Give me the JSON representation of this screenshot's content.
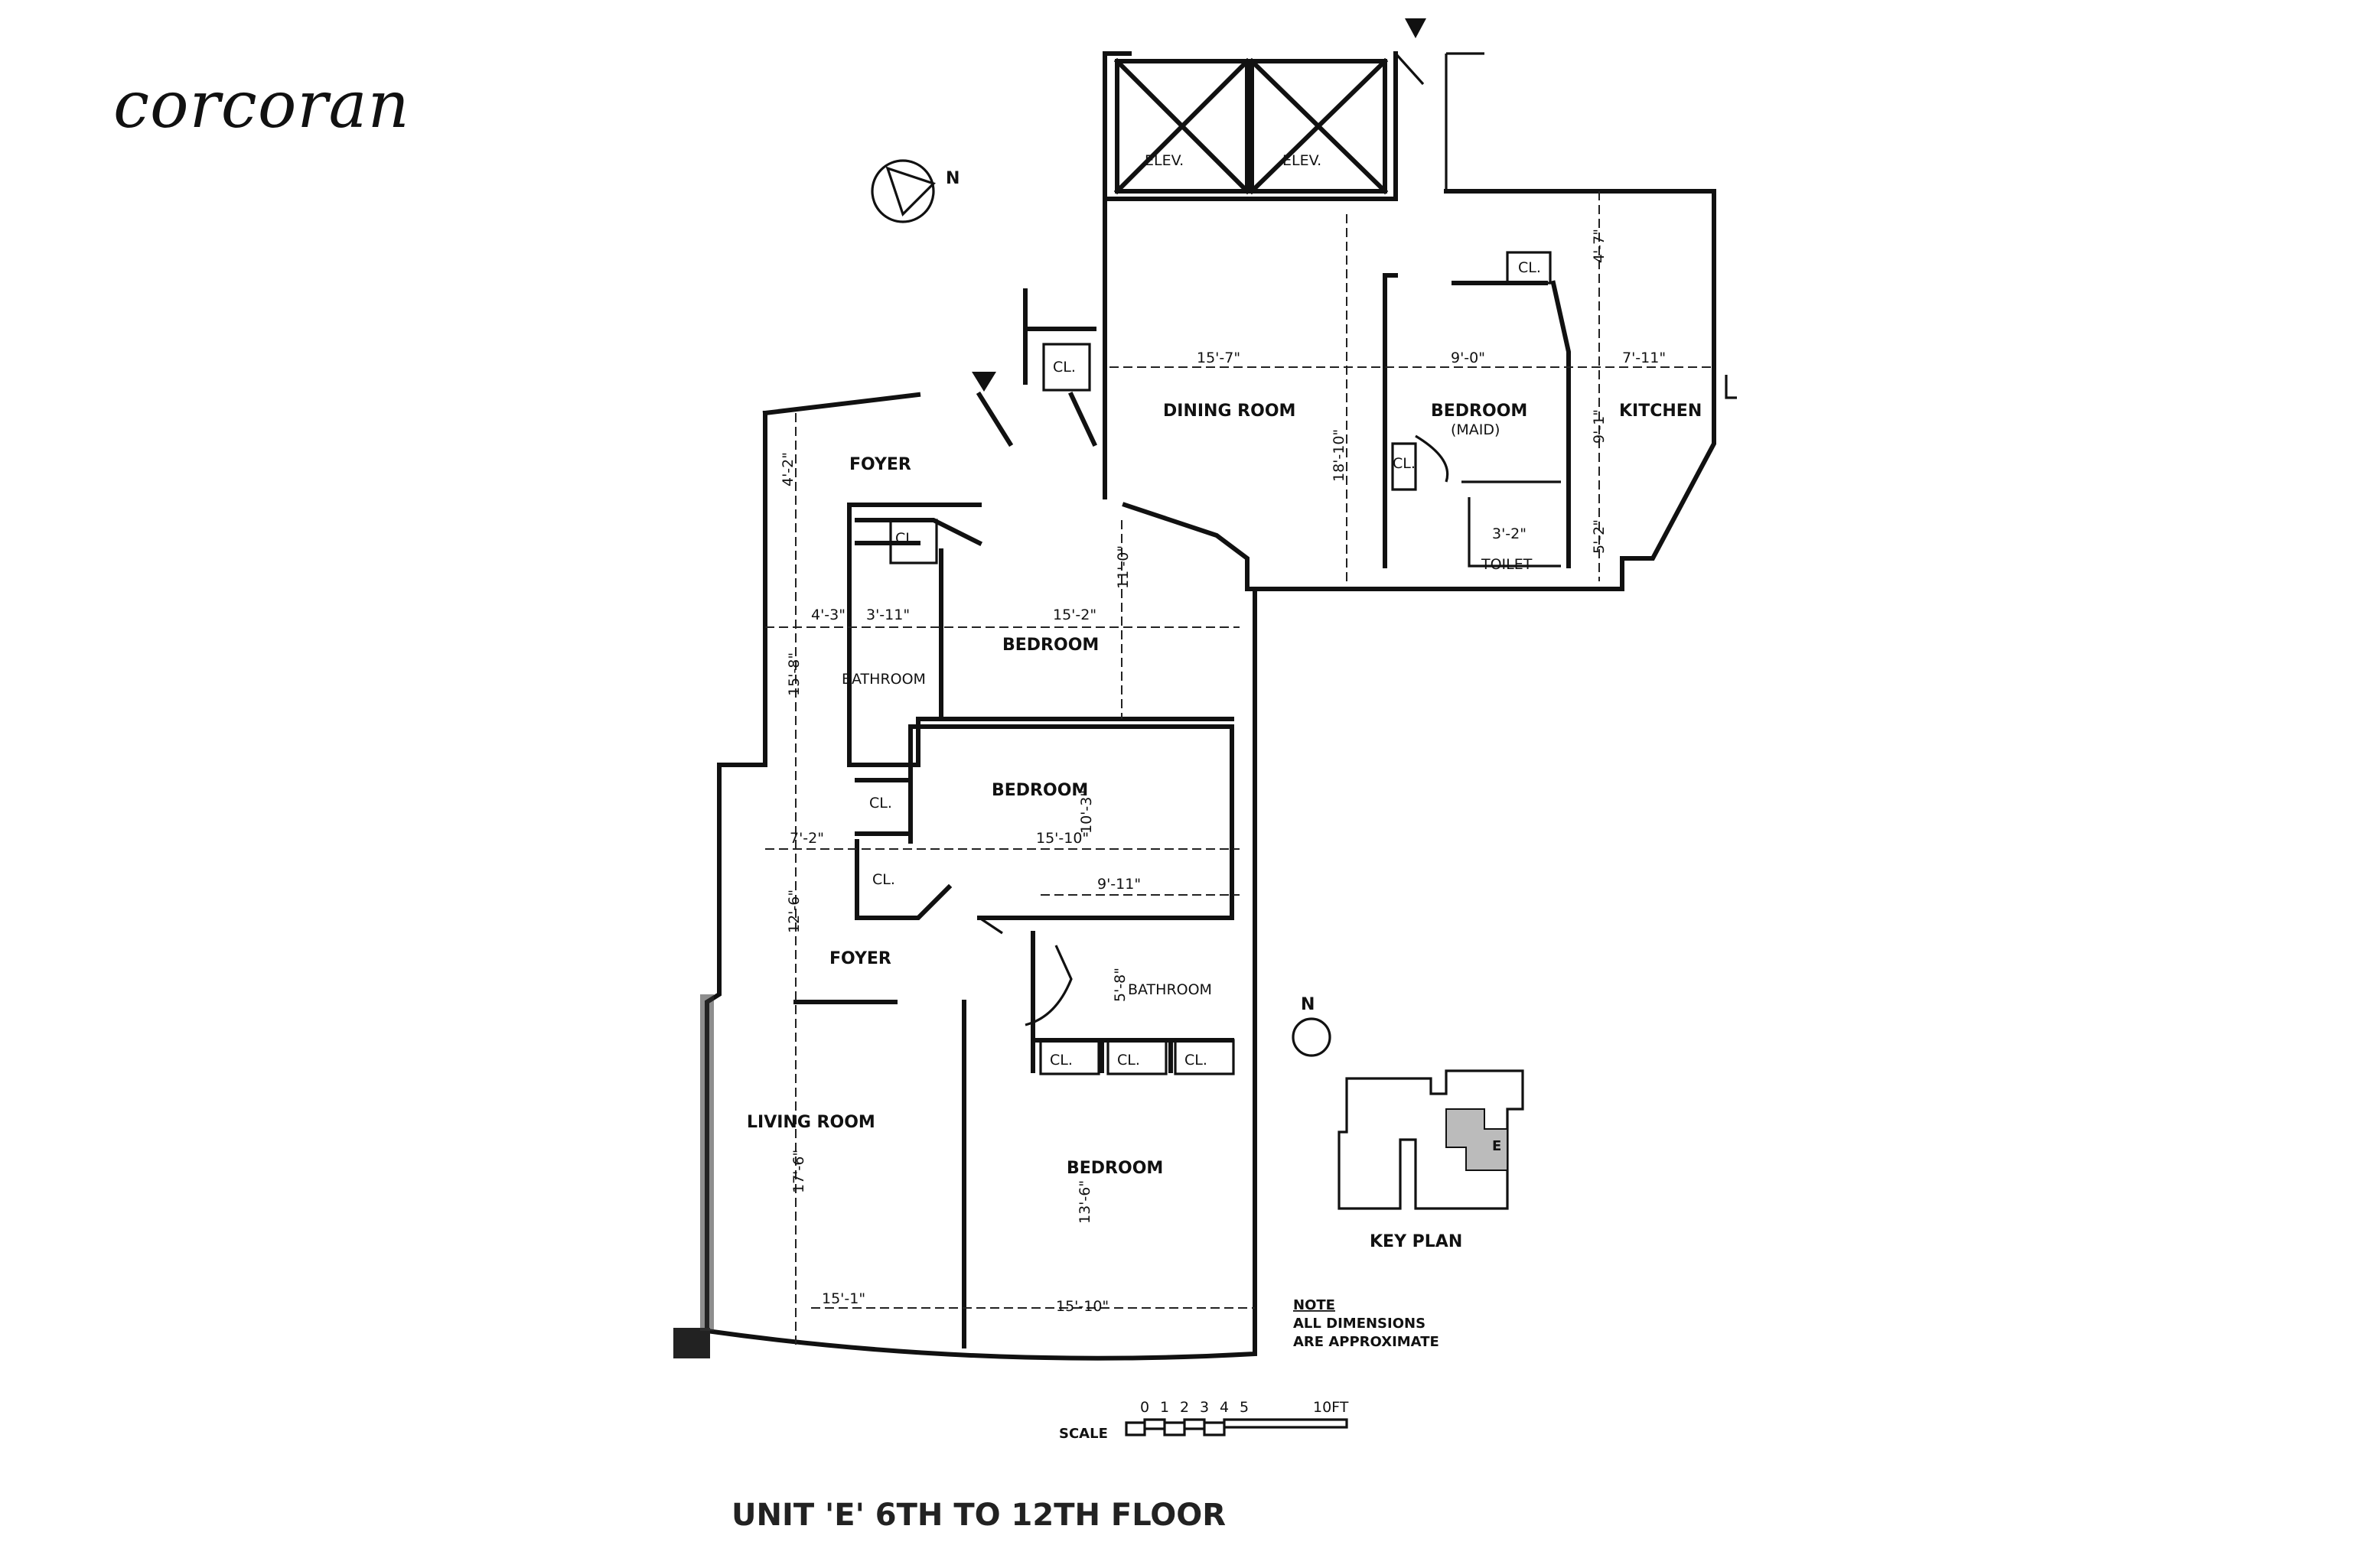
{
  "brand": "corcoran",
  "title": "UNIT 'E' 6TH TO 12TH FLOOR",
  "compass": {
    "label": "N"
  },
  "rooms": {
    "elev1": "ELEV.",
    "elev2": "ELEV.",
    "dining": "DINING ROOM",
    "maid_bedroom": "BEDROOM",
    "maid_sub": "(MAID)",
    "kitchen": "KITCHEN",
    "toilet": "TOILET",
    "foyer_top": "FOYER",
    "foyer_mid": "FOYER",
    "bedroom1": "BEDROOM",
    "bedroom2": "BEDROOM",
    "bedroom3": "BEDROOM",
    "bath1": "BATHROOM",
    "bath2": "BATHROOM",
    "living": "LIVING ROOM",
    "cl": "CL."
  },
  "dimensions": {
    "dining_w": "15'-7\"",
    "dining_h": "18'-10\"",
    "maid_w": "9'-0\"",
    "kitchen_w": "7'-11\"",
    "kitchen_h": "9'-1\"",
    "kitchen_h2": "4'-7\"",
    "toilet_w": "3'-2\"",
    "toilet_h": "5'-2\"",
    "foyer_h": "4'-2\"",
    "bed1_w": "15'-2\"",
    "bed1_h": "11'-0\"",
    "bath1_w": "3'-11\"",
    "hall_w": "4'-3\"",
    "left_h": "15'-8\"",
    "bed2_w": "15'-10\"",
    "bed2_h": "10'-3\"",
    "left_w": "7'-2\"",
    "foyer2_h": "12'-6\"",
    "bath2_w": "9'-11\"",
    "bath2_h": "5'-8\"",
    "living_h": "17'-6\"",
    "living_w": "15'-1\"",
    "bed3_w": "15'-10\"",
    "bed3_h": "13'-6\""
  },
  "key_plan": {
    "label": "KEY PLAN",
    "unit": "E"
  },
  "note": {
    "heading": "NOTE",
    "line1": "ALL DIMENSIONS",
    "line2": "ARE APPROXIMATE"
  },
  "scale": {
    "label": "SCALE",
    "ticks": [
      "0",
      "1",
      "2",
      "3",
      "4",
      "5"
    ],
    "end": "10FT"
  }
}
